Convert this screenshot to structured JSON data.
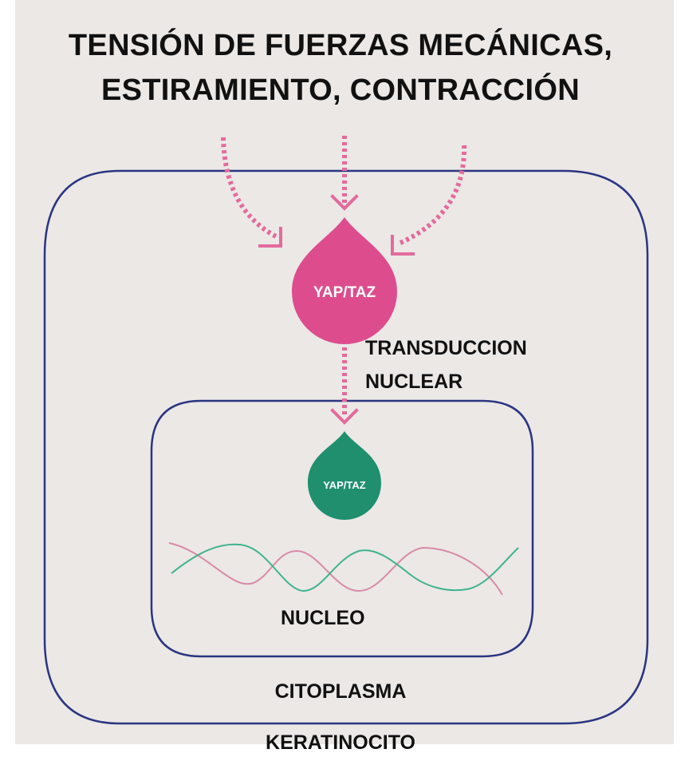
{
  "title": {
    "line1": "TENSIÓN DE FUERZAS MECÁNICAS,",
    "line2": "ESTIRAMIENTO, CONTRACCIÓN"
  },
  "labels": {
    "yap_taz_cytoplasm": "YAP/TAZ",
    "transduccion": "TRANSDUCCION",
    "nuclear": "NUCLEAR",
    "yap_taz_nucleus": "YAP/TAZ",
    "nucleo": "NUCLEO",
    "citoplasma": "CITOPLASMA",
    "keratinocito": "KERATINOCITO"
  },
  "colors": {
    "background": "#ebe8e6",
    "cell_outline": "#2b3581",
    "arrow_pink": "#e46a9c",
    "yap_cytoplasm": "#dd4d8d",
    "yap_nucleus": "#1f8f6e",
    "dna_pink": "#d98aa6",
    "dna_green": "#3fb38c"
  }
}
